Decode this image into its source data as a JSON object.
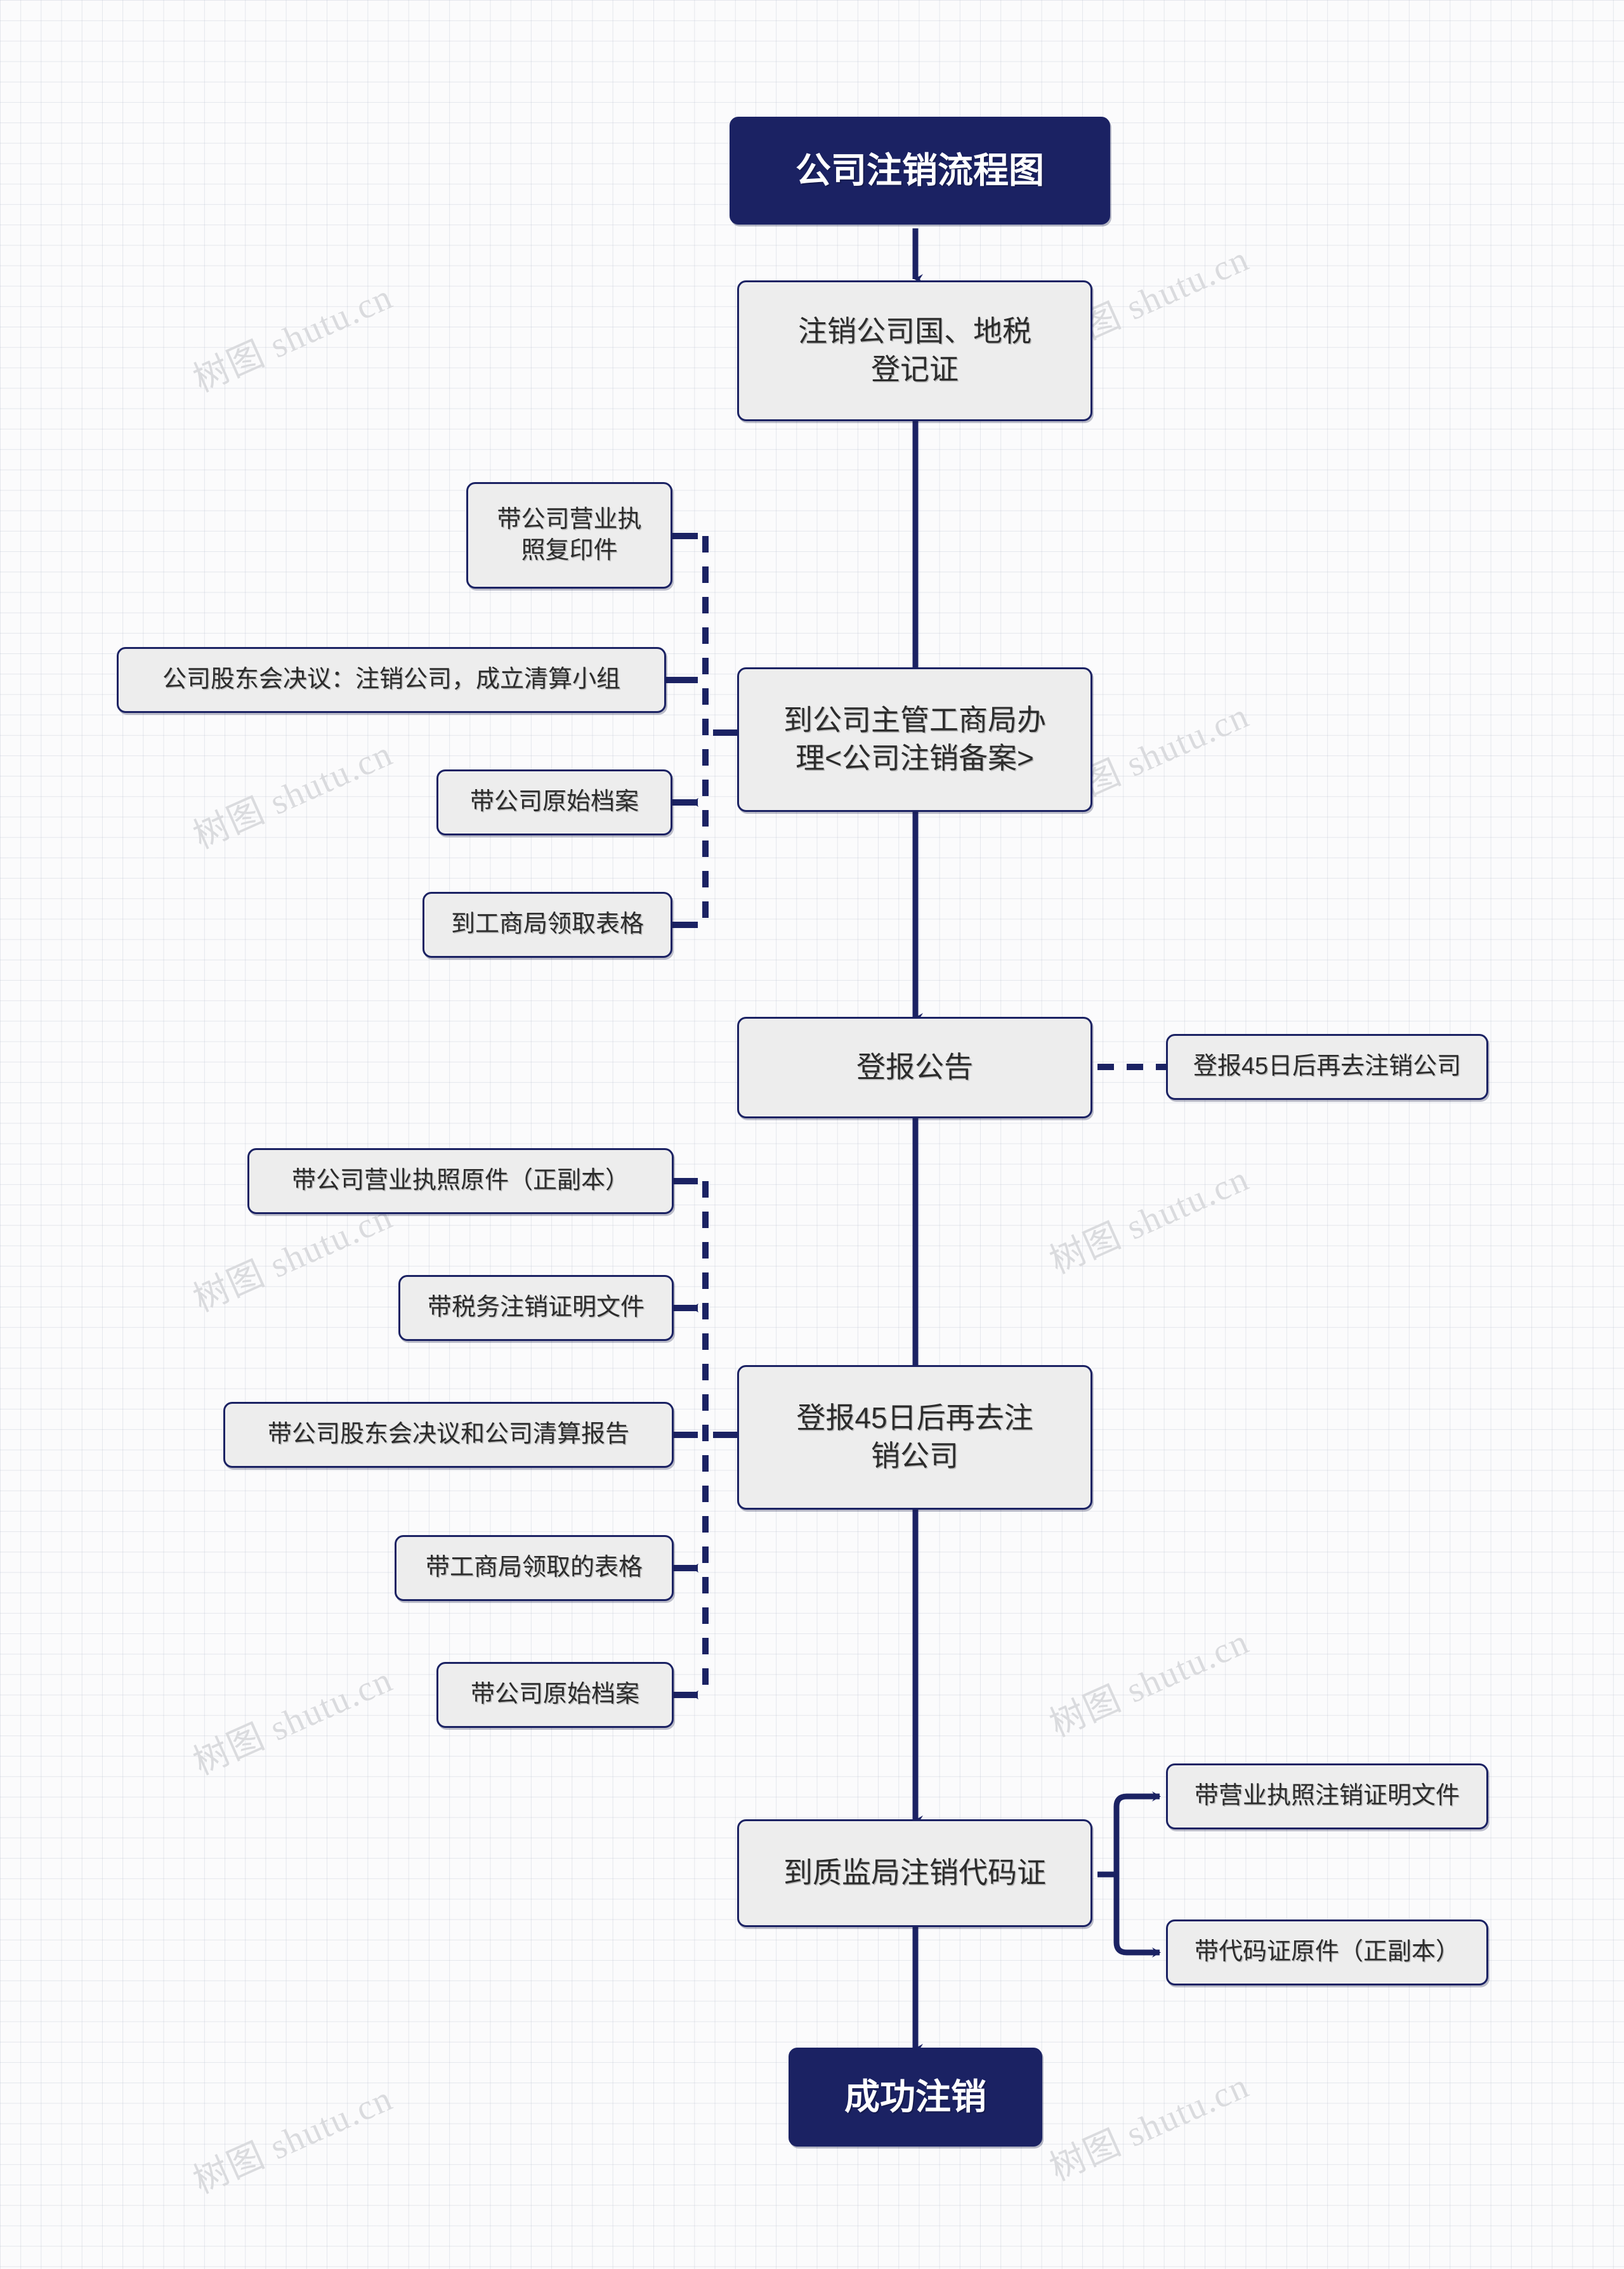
{
  "meta": {
    "watermark_text": "树图 shutu.cn"
  },
  "colors": {
    "navy": "#1b2263",
    "box_fill": "#ededed",
    "page_bg": "#fbfbfc",
    "grid_line": "#aab2c4",
    "dark_text": "#2c2c2c",
    "light_text": "#ffffff"
  },
  "chart_data": {
    "type": "flowchart",
    "title": "公司注销流程图",
    "orientation": "top-to-bottom",
    "main_steps": [
      "公司注销流程图",
      "注销公司国、地税登记证",
      "到公司主管工商局办理<公司注销备案>",
      "登报公告",
      "登报45日后再去注销公司",
      "到质监局注销代码证",
      "成功注销"
    ],
    "annotations": {
      "step_2_left": [
        "带公司营业执照复印件",
        "公司股东会决议：注销公司，成立清算小组",
        "带公司原始档案",
        "到工商局领取表格"
      ],
      "step_3_right": [
        "登报45日后再去注销公司"
      ],
      "step_4_left": [
        "带公司营业执照原件（正副本）",
        "带税务注销证明文件",
        "带公司股东会决议和公司清算报告",
        "带工商局领取的表格",
        "带公司原始档案"
      ],
      "step_5_right": [
        "带营业执照注销证明文件",
        "带代码证原件（正副本）"
      ]
    }
  },
  "flow": {
    "title_node": {
      "label": "公司注销流程图"
    },
    "nodes": [
      {
        "id": "n1",
        "label": "注销公司国、地税\n登记证"
      },
      {
        "id": "n2",
        "label": "到公司主管工商局办\n理<公司注销备案>"
      },
      {
        "id": "n3",
        "label": "登报公告"
      },
      {
        "id": "n4",
        "label": "登报45日后再去注\n销公司"
      },
      {
        "id": "n5",
        "label": "到质监局注销代码证"
      },
      {
        "id": "n6",
        "label": "成功注销"
      }
    ],
    "notes_group_a": [
      {
        "id": "a1",
        "label": "带公司营业执\n照复印件"
      },
      {
        "id": "a2",
        "label": "公司股东会决议：注销公司，成立清算小组"
      },
      {
        "id": "a3",
        "label": "带公司原始档案"
      },
      {
        "id": "a4",
        "label": "到工商局领取表格"
      }
    ],
    "notes_group_b": [
      {
        "id": "b1",
        "label": "登报45日后再去注销公司"
      }
    ],
    "notes_group_c": [
      {
        "id": "c1",
        "label": "带公司营业执照原件（正副本）"
      },
      {
        "id": "c2",
        "label": "带税务注销证明文件"
      },
      {
        "id": "c3",
        "label": "带公司股东会决议和公司清算报告"
      },
      {
        "id": "c4",
        "label": "带工商局领取的表格"
      },
      {
        "id": "c5",
        "label": "带公司原始档案"
      }
    ],
    "notes_group_d": [
      {
        "id": "d1",
        "label": "带营业执照注销证明文件"
      },
      {
        "id": "d2",
        "label": "带代码证原件（正副本）"
      }
    ]
  }
}
